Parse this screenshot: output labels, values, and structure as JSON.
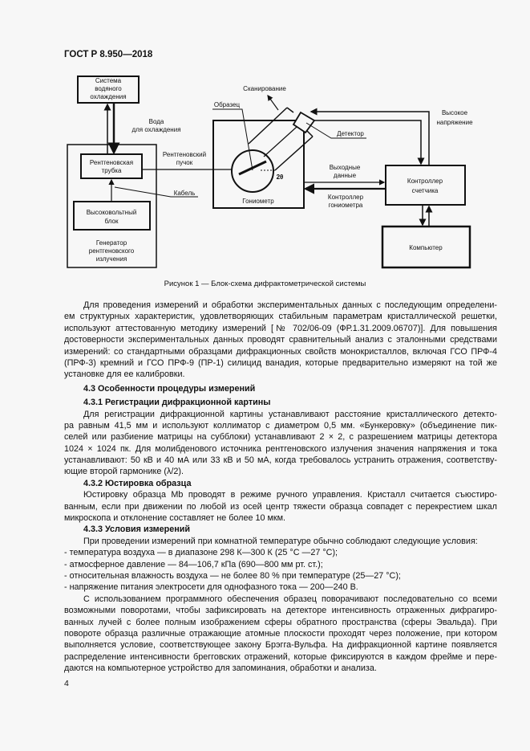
{
  "header": {
    "title": "ГОСТ Р 8.950—2018"
  },
  "figure": {
    "caption": "Рисунок 1 — Блок-схема дифрактометрической системы",
    "labels": {
      "cooling_system": [
        "Система",
        "водяного",
        "охлаждения"
      ],
      "cooling_water": [
        "Вода",
        "для охлаждения"
      ],
      "xray_tube": [
        "Рентгеновская",
        "трубка"
      ],
      "hv_block": [
        "Высоковольтный",
        "блок"
      ],
      "generator": [
        "Генератор",
        "рентгеновского",
        "излучения"
      ],
      "xray_beam": [
        "Рентгеновский",
        "пучок"
      ],
      "cable": "Кабель",
      "scanning": "Сканирование",
      "sample": "Образец",
      "detector": "Детектор",
      "high_voltage": [
        "Высокое",
        "напряжение"
      ],
      "output_data": [
        "Выходные",
        "данные"
      ],
      "goniometer_controller": [
        "Контроллер",
        "гониометра"
      ],
      "counter_controller": [
        "Контроллер",
        "счетчика"
      ],
      "goniometer": "Гониометр",
      "computer": "Компьютер",
      "two_theta": "2θ"
    }
  },
  "body": [
    {
      "type": "p",
      "lines": [
        "Для проведения измерений и обработки экспериментальных данных с последующим определени-",
        "ем структурных характеристик, удовлетворяющих стабильным параметрам кристаллической решетки,",
        "используют аттестованную методику измерений [№ 702/06-09 (ФР.1.31.2009.06707)]. Для повышения",
        "достоверности экспериментальных данных проводят сравнительный анализ с эталонными средствами",
        "измерений: со стандартными образцами дифракционных свойств монокристаллов, включая ГСО ПРФ-4",
        "(ПРФ-3) кремний и ГСО ПРФ-9 (ПР-1) силицид ванадия, которые предварительно измеряют на той же",
        "установке для ее калибровки."
      ]
    },
    {
      "type": "gap"
    },
    {
      "type": "h",
      "text": "4.3  Особенности процедуры измерений"
    },
    {
      "type": "gap"
    },
    {
      "type": "h",
      "text": "4.3.1  Регистрации дифракционной картины"
    },
    {
      "type": "p",
      "lines": [
        "Для регистрации дифракционной картины устанавливают расстояние кристаллического детекто-",
        "ра равным 41,5 мм и используют коллиматор с диаметром 0,5 мм. «Бункеровку» (объединение пик-",
        "селей или разбиение матрицы на субблоки) устанавливают 2 × 2, с разрешением матрицы детектора",
        "1024 × 1024 пк. Для молибденового источника рентгеновского излучения значения напряжения и тока",
        "устанавливают: 50 кВ и 40 мА или 33 кВ и 50 мА, когда требовалось устранить отражения, соответству-",
        "ющие второй гармонике (λ/2)."
      ]
    },
    {
      "type": "h",
      "text": "4.3.2  Юстировка образца"
    },
    {
      "type": "p",
      "lines": [
        "Юстировку образца Mb проводят в режиме ручного управления. Кристалл считается съюстиро-",
        "ванным, если при движении по любой из осей центр тяжести образца совпадет с перекрестием шкал",
        "микроскопа и отклонение составляет не более 10 мкм."
      ]
    },
    {
      "type": "h",
      "text": "4.3.3  Условия измерений"
    },
    {
      "type": "p",
      "lines": [
        "При проведении измерений при комнатной температуре обычно соблюдают следующие условия:"
      ]
    },
    {
      "type": "list",
      "lines": [
        "- температура воздуха — в диапазоне 298 К—300 К (25 °С —27 °С);",
        "- атмосферное давление — 84—106,7 кПа (690—800 мм рт. ст.);",
        "- относительная влажность воздуха — не более 80 % при температуре (25—27 °С);",
        "- напряжение питания электросети для однофазного тока — 200—240 В."
      ]
    },
    {
      "type": "p",
      "lines": [
        "С использованием программного обеспечения образец поворачивают последовательно со всеми",
        "возможными поворотами, чтобы зафиксировать на детекторе интенсивность отраженных дифрагиро-",
        "ванных лучей с более полным изображением сферы обратного пространства (сферы Эвальда). При",
        "повороте образца различные отражающие атомные плоскости проходят через положение, при котором",
        "выполняется условие, соответствующее закону Брэгга-Вульфа. На дифракционной картине появляется",
        "распределение интенсивности брегговских отражений, которые фиксируются в каждом фрейме и пере-",
        "даются на компьютерное устройство для запоминания, обработки и анализа."
      ]
    }
  ],
  "footer": {
    "page_number": "4"
  }
}
